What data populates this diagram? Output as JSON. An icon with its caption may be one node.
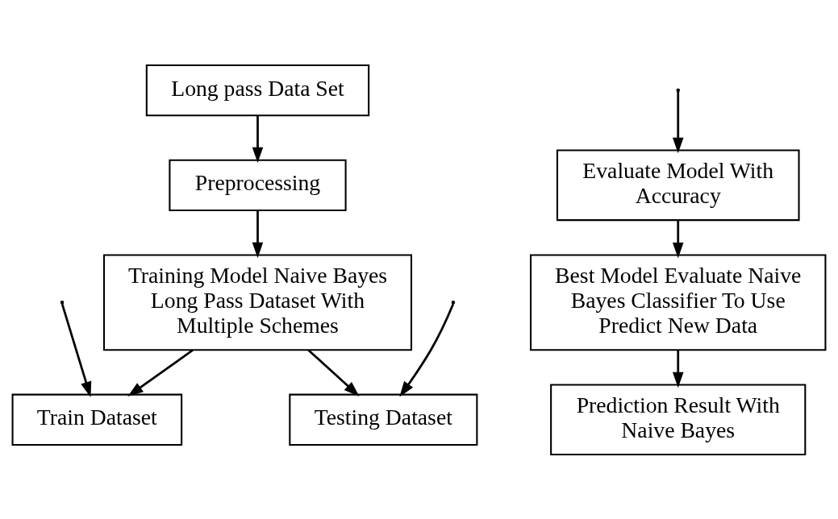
{
  "diagram": {
    "nodes": [
      {
        "text": [
          "Long pass Data Set"
        ]
      },
      {
        "text": [
          "Preprocessing"
        ]
      },
      {
        "text": [
          "Training Model Naive Bayes Long Pass Dataset With Multiple Schemes"
        ]
      },
      {
        "text": [
          "Train Dataset"
        ]
      },
      {
        "text": [
          "Testing Dataset"
        ]
      },
      {
        "text": [
          "Evaluate Model With Accuracy"
        ]
      },
      {
        "text": [
          "Best Model Evaluate Naive Bayes Classifier To Use Predict New Data"
        ]
      },
      {
        "text": [
          "Prediction Result With Naive Bayes"
        ]
      }
    ],
    "edges": [
      {
        "from": 0,
        "to": 1,
        "arrow": "to"
      },
      {
        "from": 1,
        "to": 2,
        "arrow": "to"
      },
      {
        "from": 2,
        "to": 3,
        "arrow": "to"
      },
      {
        "from": 2,
        "to": 4,
        "arrow": "to"
      },
      {
        "from": null,
        "to": 3,
        "arrow": "to"
      },
      {
        "from": null,
        "to": 4,
        "arrow": "to"
      },
      {
        "from": null,
        "to": 5,
        "arrow": "to"
      },
      {
        "from": 5,
        "to": 6,
        "arrow": "to"
      },
      {
        "from": 6,
        "to": 7,
        "arrow": "to"
      }
    ]
  }
}
